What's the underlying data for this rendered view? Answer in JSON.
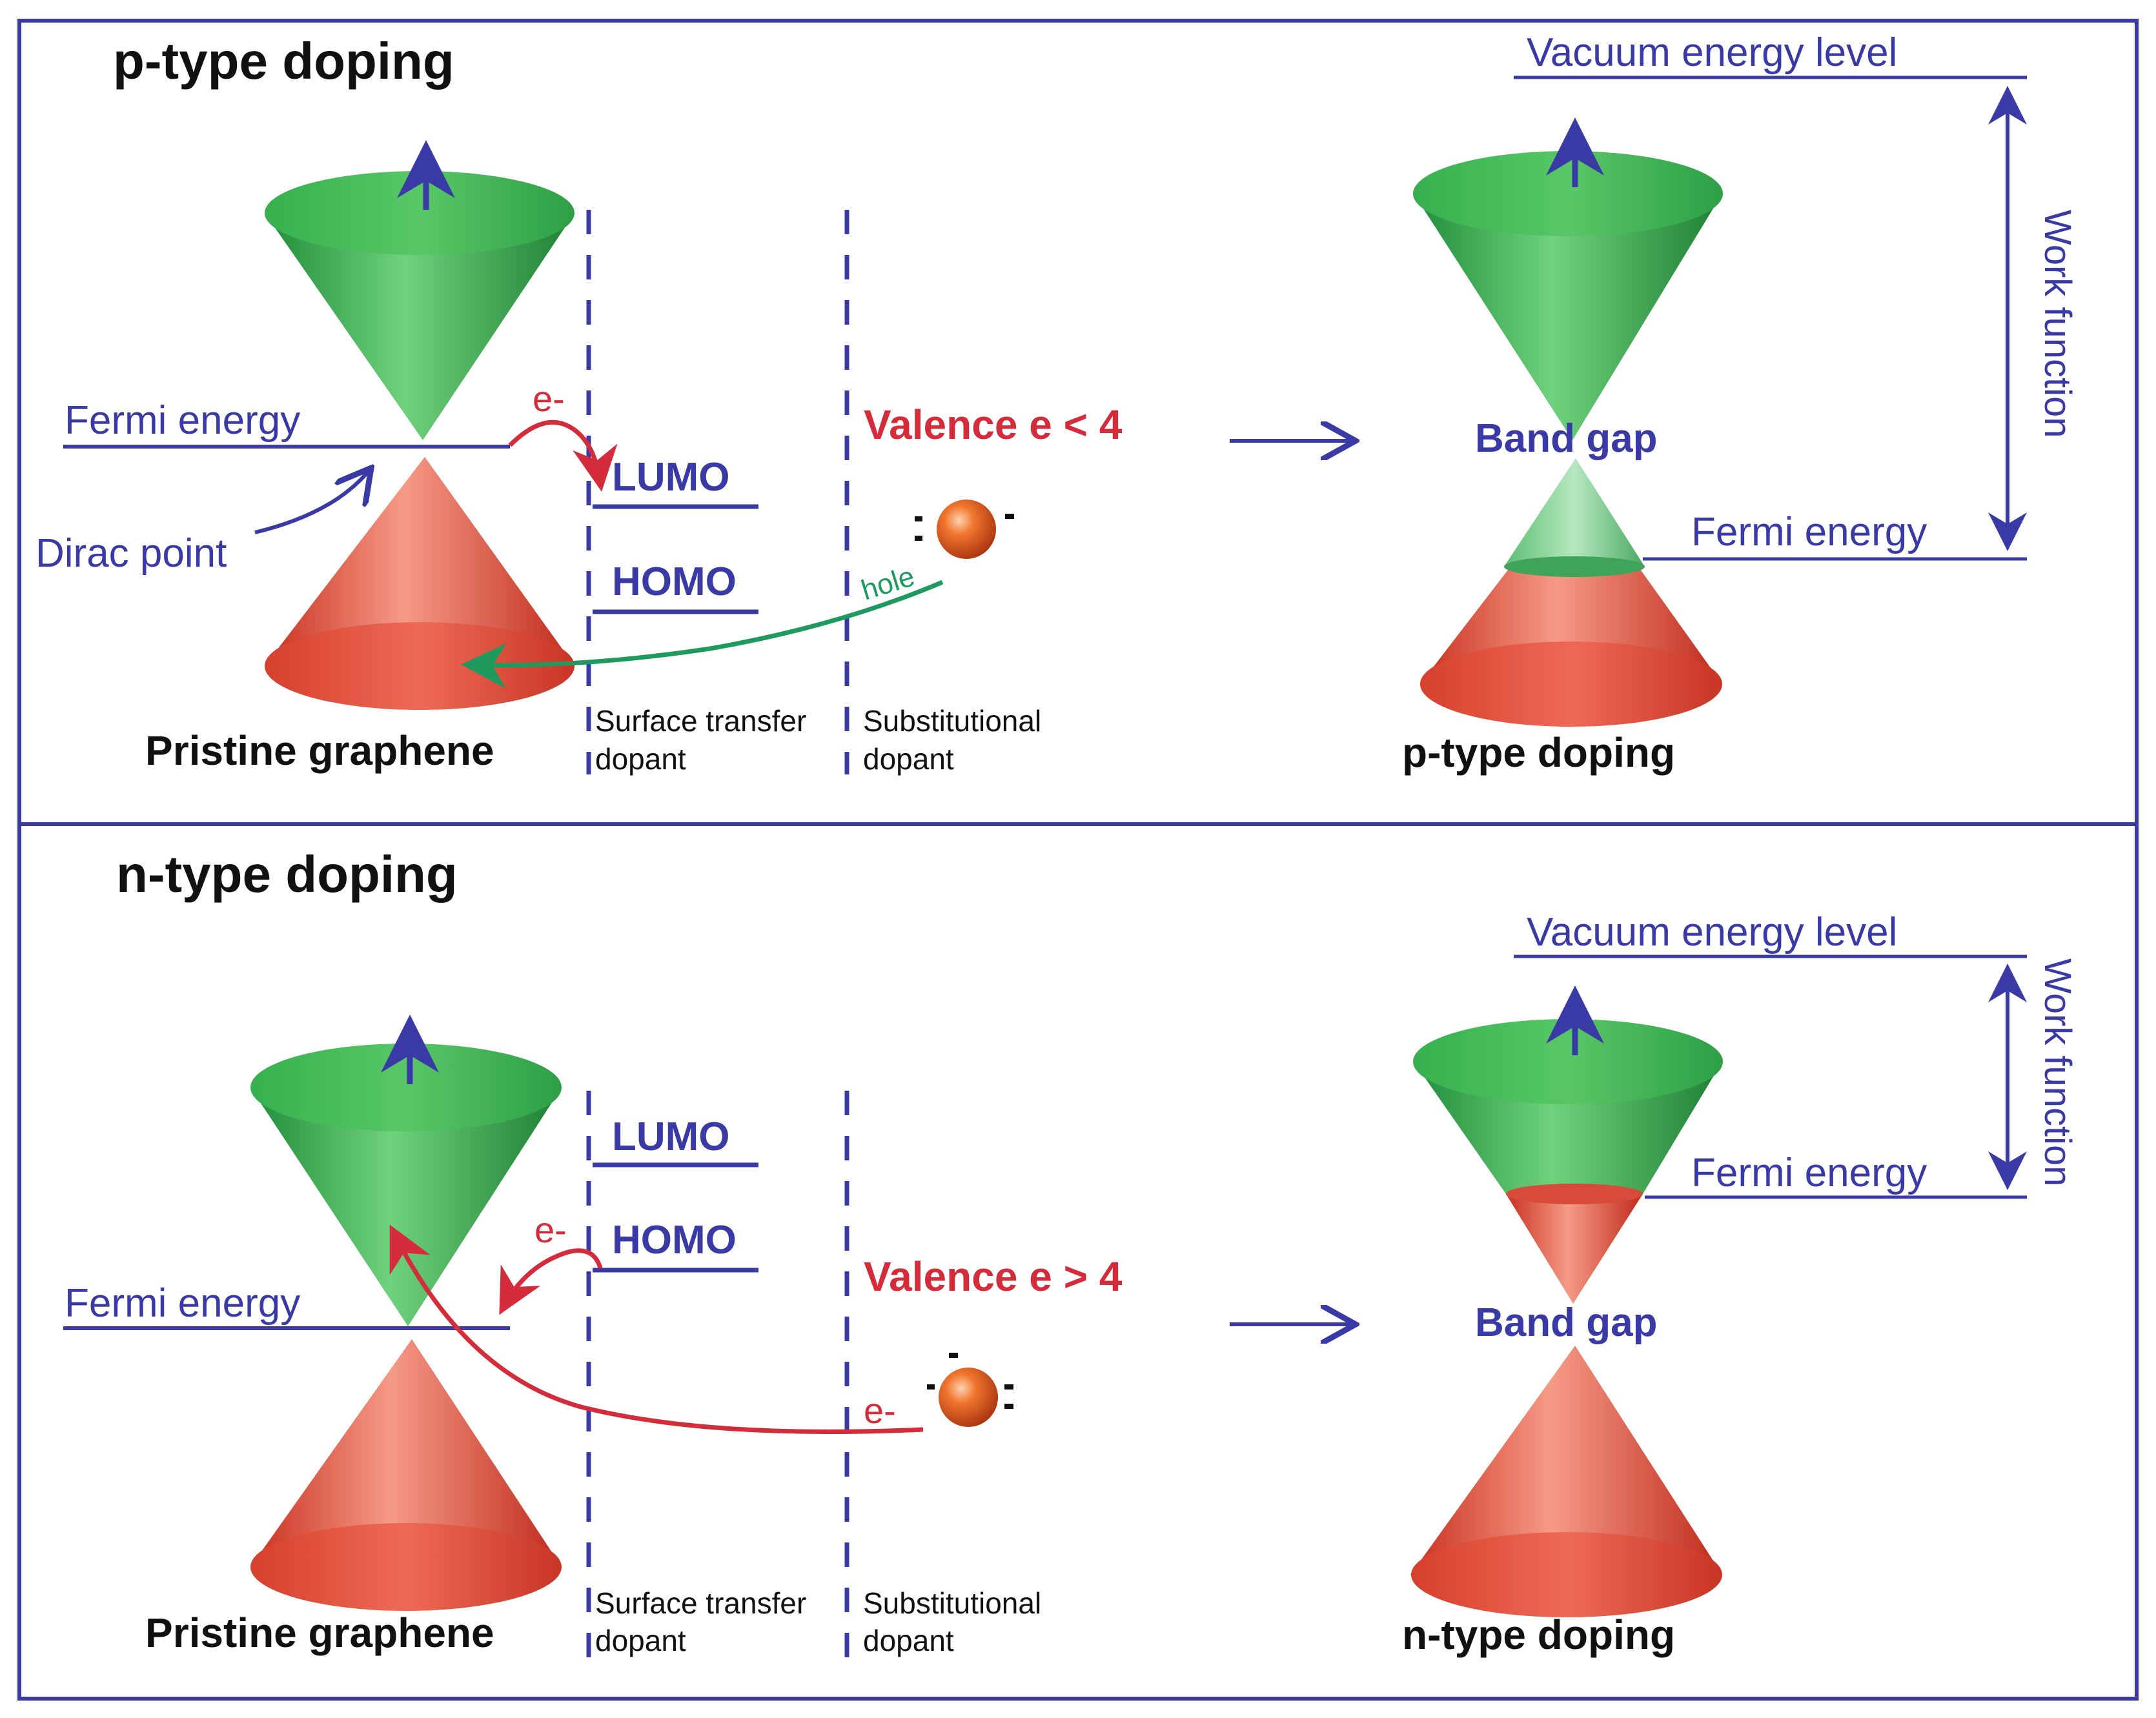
{
  "colors": {
    "blue": "#3a3aa6",
    "red": "#d42c3a",
    "green": "#1e9a5e",
    "black": "#111111",
    "cone_green": "#2fae4c",
    "cone_red": "#e24b3b",
    "ball": "#e0541d"
  },
  "p_panel": {
    "heading": "p-type doping",
    "pristine": {
      "caption": "Pristine graphene",
      "fermi_label": "Fermi energy",
      "dirac_label": "Dirac point"
    },
    "transfer": {
      "electron": "e-",
      "lumo": "LUMO",
      "homo": "HOMO",
      "caption_line1": "Surface transfer",
      "caption_line2": "dopant"
    },
    "substitution": {
      "valence": "Valence e < 4",
      "hole": "hole",
      "caption_line1": "Substitutional",
      "caption_line2": "dopant"
    },
    "result": {
      "caption": "p-type doping",
      "band_gap": "Band gap",
      "vacuum_label": "Vacuum energy level",
      "fermi_label": "Fermi energy",
      "work_function": "Work function"
    }
  },
  "n_panel": {
    "heading": "n-type doping",
    "pristine": {
      "caption": "Pristine graphene",
      "fermi_label": "Fermi energy"
    },
    "transfer": {
      "electron": "e-",
      "lumo": "LUMO",
      "homo": "HOMO",
      "caption_line1": "Surface transfer",
      "caption_line2": "dopant"
    },
    "substitution": {
      "valence": "Valence e > 4",
      "electron": "e-",
      "caption_line1": "Substitutional",
      "caption_line2": "dopant"
    },
    "result": {
      "caption": "n-type doping",
      "band_gap": "Band gap",
      "vacuum_label": "Vacuum energy level",
      "fermi_label": "Fermi energy",
      "work_function": "Work function"
    }
  }
}
